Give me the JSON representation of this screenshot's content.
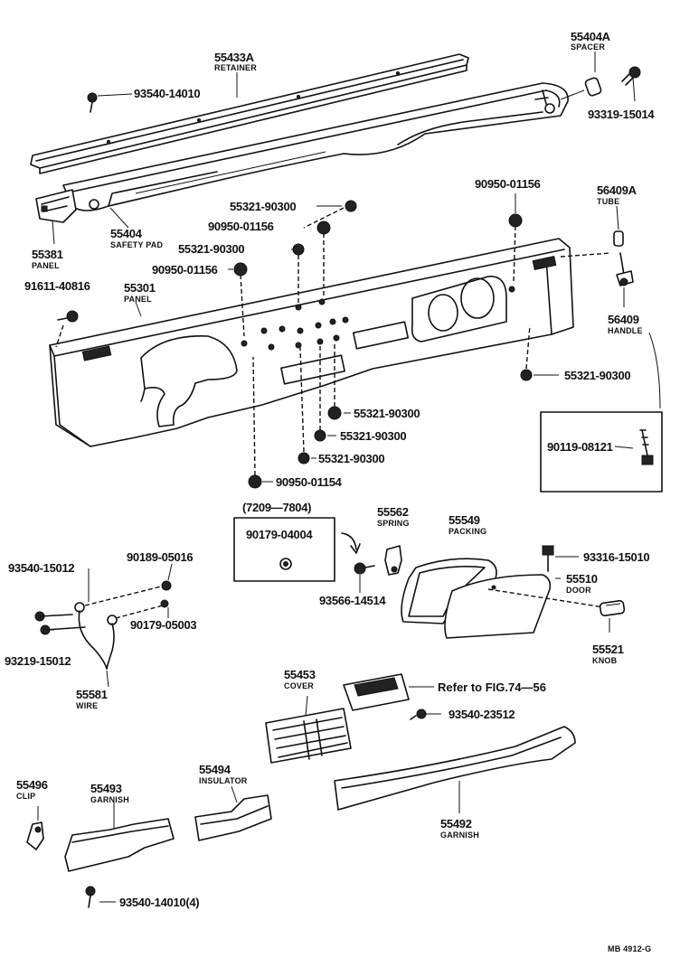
{
  "diagram": {
    "stamp": "MB 4912-G",
    "parts": [
      {
        "id": "p1",
        "number": "55433A",
        "name": "RETAINER"
      },
      {
        "id": "p2",
        "number": "55404A",
        "name": "SPACER"
      },
      {
        "id": "p3",
        "number": "93540-14010",
        "name": ""
      },
      {
        "id": "p4",
        "number": "93319-15014",
        "name": ""
      },
      {
        "id": "p5",
        "number": "55381",
        "name": "PANEL"
      },
      {
        "id": "p6",
        "number": "55404",
        "name": "SAFETY PAD"
      },
      {
        "id": "p7",
        "number": "55321-90300",
        "name": ""
      },
      {
        "id": "p8",
        "number": "90950-01156",
        "name": ""
      },
      {
        "id": "p9",
        "number": "55321-90300",
        "name": ""
      },
      {
        "id": "p10",
        "number": "90950-01156",
        "name": ""
      },
      {
        "id": "p11",
        "number": "90950-01156",
        "name": ""
      },
      {
        "id": "p12",
        "number": "56409A",
        "name": "TUBE"
      },
      {
        "id": "p13",
        "number": "91611-40816",
        "name": ""
      },
      {
        "id": "p14",
        "number": "55301",
        "name": "PANEL"
      },
      {
        "id": "p15",
        "number": "56409",
        "name": "HANDLE"
      },
      {
        "id": "p16",
        "number": "55321-90300",
        "name": ""
      },
      {
        "id": "p17",
        "number": "55321-90300",
        "name": ""
      },
      {
        "id": "p18",
        "number": "55321-90300",
        "name": ""
      },
      {
        "id": "p19",
        "number": "55321-90300",
        "name": ""
      },
      {
        "id": "p20",
        "number": "90119-08121",
        "name": ""
      },
      {
        "id": "p21",
        "number": "90950-01154",
        "name": ""
      },
      {
        "id": "p22",
        "number": "(7209—7804)",
        "name": ""
      },
      {
        "id": "p23",
        "number": "90179-04004",
        "name": ""
      },
      {
        "id": "p24",
        "number": "55562",
        "name": "SPRING"
      },
      {
        "id": "p25",
        "number": "55549",
        "name": "PACKING"
      },
      {
        "id": "p26",
        "number": "93316-15010",
        "name": ""
      },
      {
        "id": "p27",
        "number": "93540-15012",
        "name": ""
      },
      {
        "id": "p28",
        "number": "90189-05016",
        "name": ""
      },
      {
        "id": "p29",
        "number": "55510",
        "name": "DOOR"
      },
      {
        "id": "p30",
        "number": "93566-14514",
        "name": ""
      },
      {
        "id": "p31",
        "number": "90179-05003",
        "name": ""
      },
      {
        "id": "p32",
        "number": "93219-15012",
        "name": ""
      },
      {
        "id": "p33",
        "number": "55521",
        "name": "KNOB"
      },
      {
        "id": "p34",
        "number": "55581",
        "name": "WIRE"
      },
      {
        "id": "p35",
        "number": "55453",
        "name": "COVER"
      },
      {
        "id": "p36",
        "number": "Refer to FIG.74—56",
        "name": ""
      },
      {
        "id": "p37",
        "number": "93540-23512",
        "name": ""
      },
      {
        "id": "p38",
        "number": "55496",
        "name": "CLIP"
      },
      {
        "id": "p39",
        "number": "55493",
        "name": "GARNISH"
      },
      {
        "id": "p40",
        "number": "55494",
        "name": "INSULATOR"
      },
      {
        "id": "p41",
        "number": "55492",
        "name": "GARNISH"
      },
      {
        "id": "p42",
        "number": "93540-14010(4)",
        "name": ""
      }
    ]
  }
}
